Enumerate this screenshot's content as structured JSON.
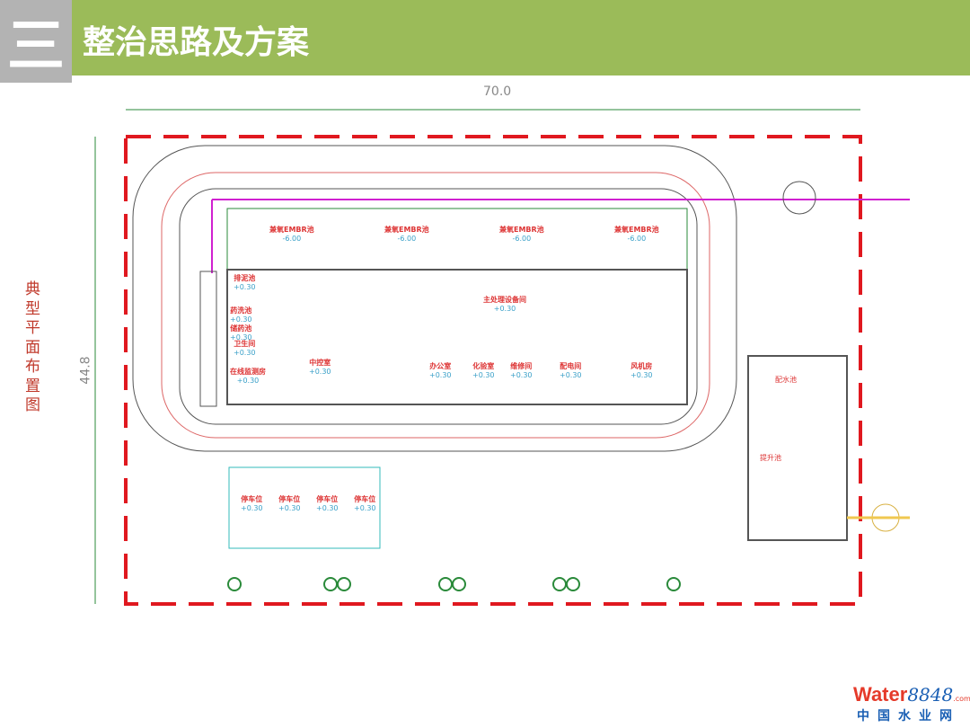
{
  "header": {
    "section_number": "三",
    "title": "整治思路及方案"
  },
  "side_caption": "典型平面布置图",
  "plan": {
    "dim_width": "70.0",
    "dim_height": "44.8",
    "tanks": [
      {
        "name": "兼氧EMBR池",
        "level": "-6.00"
      },
      {
        "name": "兼氧EMBR池",
        "level": "-6.00"
      },
      {
        "name": "兼氧EMBR池",
        "level": "-6.00"
      },
      {
        "name": "兼氧EMBR池",
        "level": "-6.00"
      }
    ],
    "left_rooms": [
      {
        "name": "排泥池",
        "level": "+0.30"
      },
      {
        "name": "药洗池",
        "level": "+0.30"
      },
      {
        "name": "储药池",
        "level": "+0.30"
      },
      {
        "name": "卫生间",
        "level": "+0.30"
      },
      {
        "name": "在线监测房",
        "level": "+0.30"
      }
    ],
    "main_hall": {
      "name": "主处理设备间",
      "level": "+0.30"
    },
    "control_room": {
      "name": "中控室",
      "level": "+0.30"
    },
    "rooms": [
      {
        "name": "办公室",
        "level": "+0.30"
      },
      {
        "name": "化验室",
        "level": "+0.30"
      },
      {
        "name": "维修间",
        "level": "+0.30"
      },
      {
        "name": "配电间",
        "level": "+0.30"
      },
      {
        "name": "风机房",
        "level": "+0.30"
      }
    ],
    "parking": [
      {
        "name": "停车位",
        "level": "+0.30"
      },
      {
        "name": "停车位",
        "level": "+0.30"
      },
      {
        "name": "停车位",
        "level": "+0.30"
      },
      {
        "name": "停车位",
        "level": "+0.30"
      }
    ],
    "annex": {
      "distribution": "配水池",
      "lift": "提升池"
    }
  },
  "logo": {
    "word": "Water",
    "number": "8848",
    "suffix": ".com",
    "cn": "中国水业网"
  }
}
